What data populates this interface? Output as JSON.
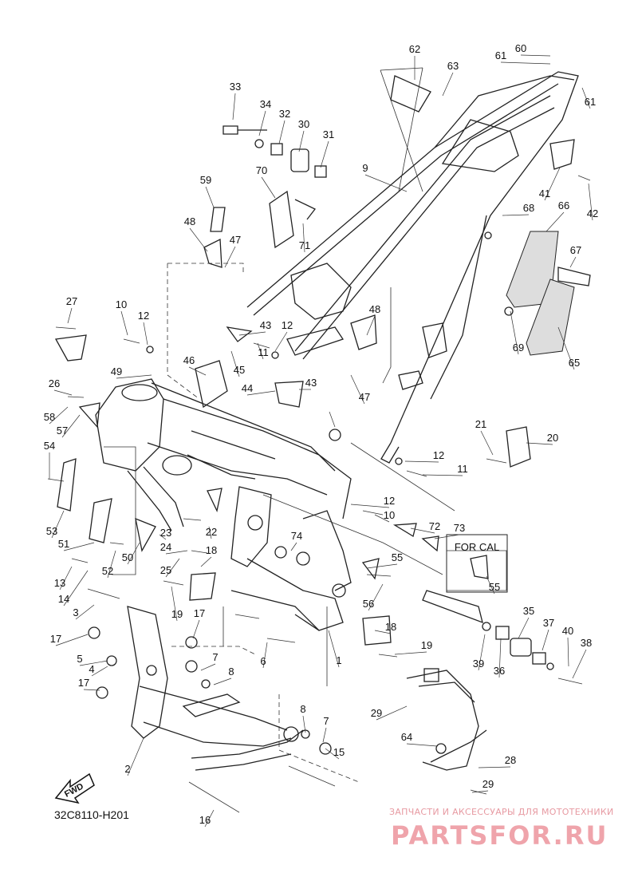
{
  "diagram_code": "32C8110-H201",
  "fwd_label": "FWD",
  "for_cal_label": "FOR CAL",
  "watermark": {
    "tagline": "ЗАПЧАСТИ И АКСЕССУАРЫ ДЛЯ МОТОТЕХНИКИ",
    "brand": "PARTSFOR.RU"
  },
  "callouts": [
    "1",
    "2",
    "3",
    "4",
    "5",
    "6",
    "7",
    "8",
    "9",
    "10",
    "11",
    "12",
    "13",
    "14",
    "15",
    "16",
    "17",
    "18",
    "19",
    "20",
    "21",
    "22",
    "23",
    "24",
    "25",
    "26",
    "27",
    "28",
    "29",
    "30",
    "31",
    "32",
    "33",
    "34",
    "35",
    "36",
    "37",
    "38",
    "39",
    "40",
    "41",
    "42",
    "43",
    "44",
    "45",
    "46",
    "47",
    "48",
    "49",
    "50",
    "51",
    "52",
    "53",
    "54",
    "55",
    "56",
    "57",
    "58",
    "59",
    "60",
    "61",
    "62",
    "63",
    "64",
    "65",
    "66",
    "67",
    "68",
    "69",
    "70",
    "71",
    "72",
    "73",
    "74"
  ]
}
